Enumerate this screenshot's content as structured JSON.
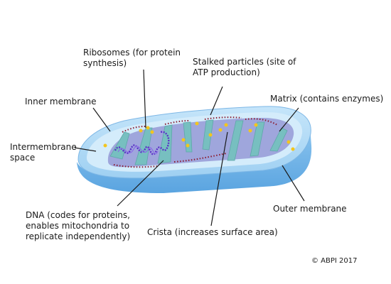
{
  "labels": {
    "ribosomes": "Ribosomes (for protein\nsynthesis)",
    "stalked_particles": "Stalked particles (site of\nATP production)",
    "inner_membrane": "Inner membrane",
    "matrix": "Matrix (contains enzymes)",
    "intermembrane_space": "Intermembrane\nspace",
    "dna": "DNA (codes for proteins,\nenables mitochondria to\nreplicate independently)",
    "outer_membrane": "Outer membrane",
    "crista": "Crista (increases surface area)"
  },
  "copyright": "© ABPI 2017",
  "colors": {
    "outer_membrane_fill": "#a9d4f3",
    "outer_membrane_side": "#6fb1e6",
    "intermembrane": "#d4ecfb",
    "matrix": "#9fa6dc",
    "crista": "#77bfc0",
    "dna": "#5a2fc8",
    "ribosome": "#f3c51e",
    "stalked_particle": "#8b1a2e"
  }
}
